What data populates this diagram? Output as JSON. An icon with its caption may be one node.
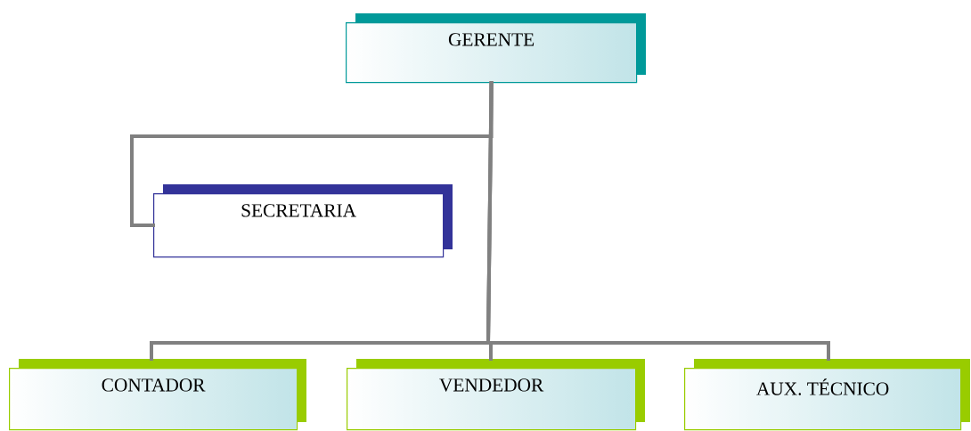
{
  "diagram": {
    "nodes": [
      {
        "text": [
          "GERENTE"
        ]
      },
      {
        "text": [
          "SECRETARIA"
        ]
      },
      {
        "text": [
          "CONTADOR"
        ]
      },
      {
        "text": [
          "VENDEDOR"
        ]
      },
      {
        "text": [
          "AUX. TÉCNICO"
        ]
      }
    ],
    "edges": [
      {
        "from": 0,
        "to": 1,
        "arrow": "none"
      },
      {
        "from": 0,
        "to": 2,
        "arrow": "none"
      },
      {
        "from": 0,
        "to": 3,
        "arrow": "none"
      },
      {
        "from": 0,
        "to": 4,
        "arrow": "none"
      }
    ]
  }
}
